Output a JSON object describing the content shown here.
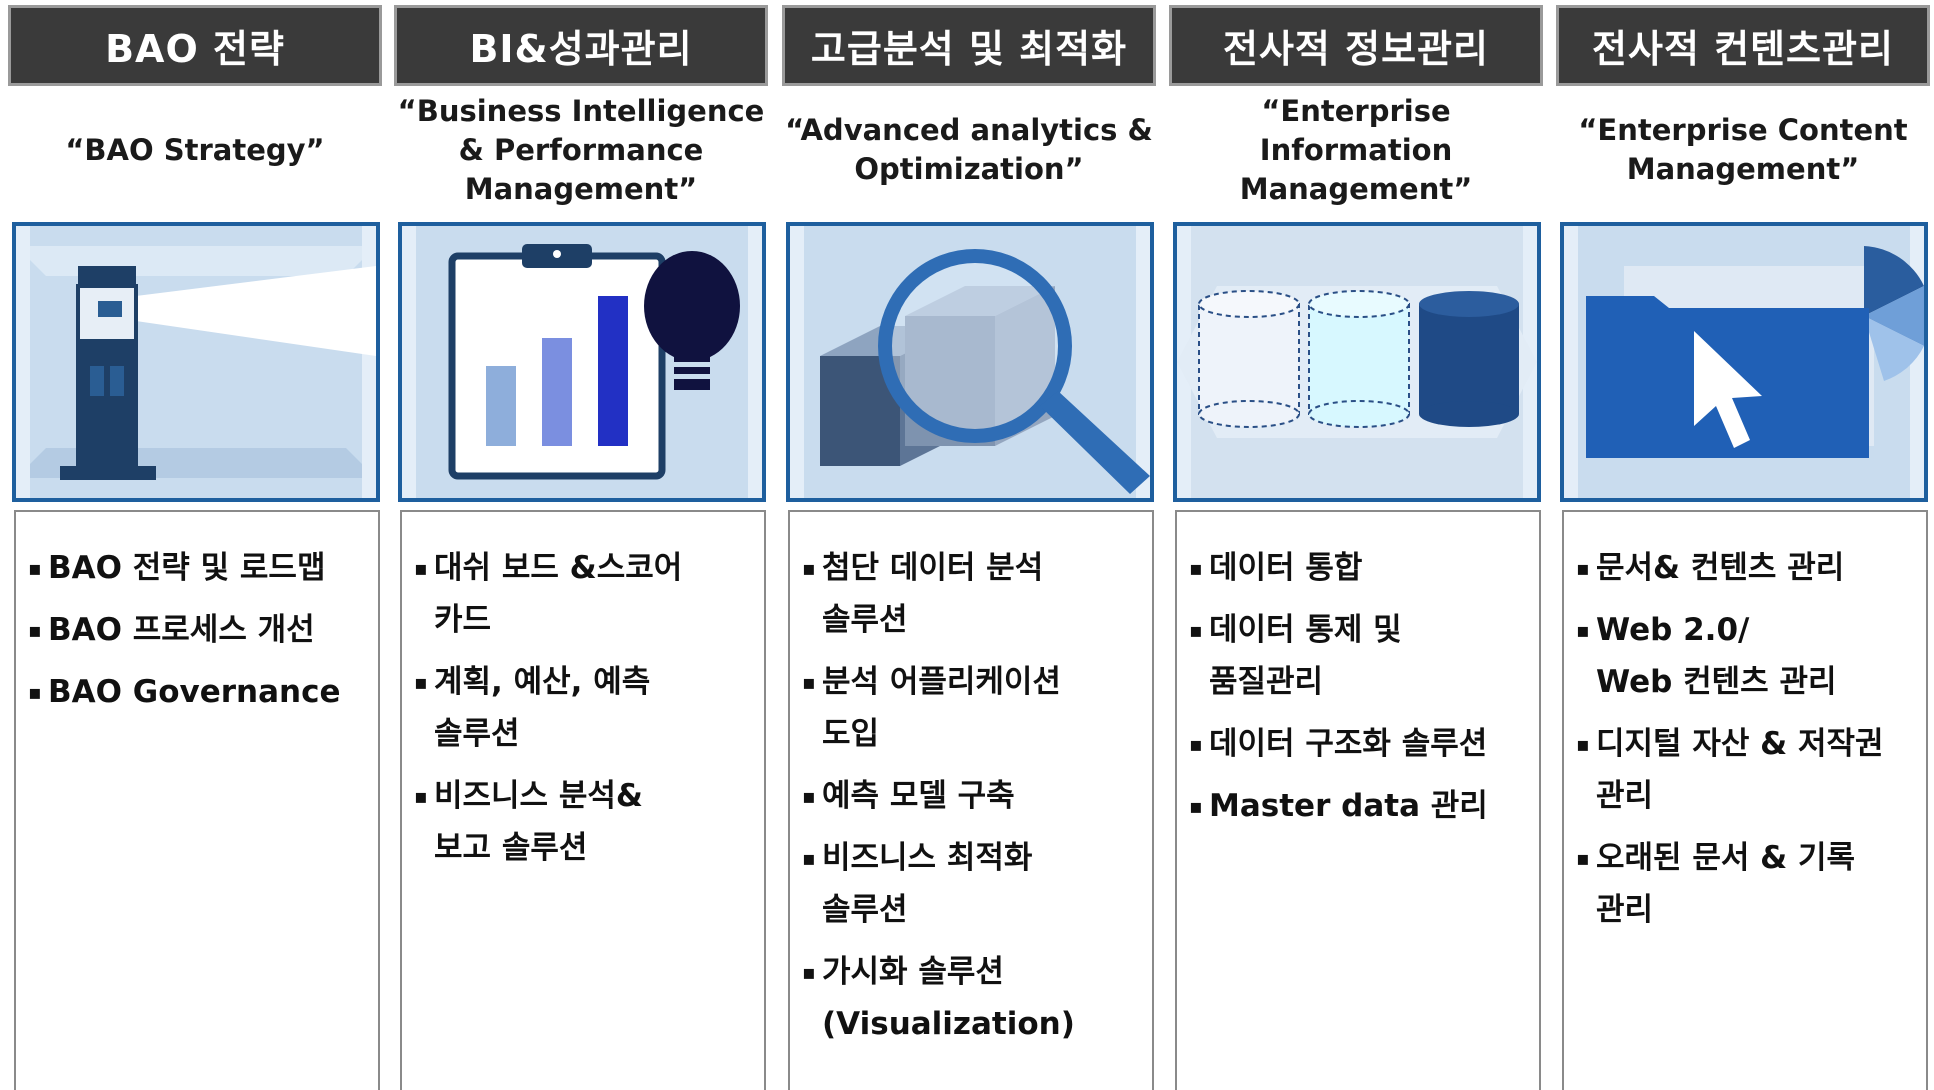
{
  "columns": [
    {
      "header": "BAO 전략",
      "subtitle": "“BAO Strategy”",
      "illustration": "lighthouse-icon",
      "items": [
        [
          "BAO 전략 및 로드맵"
        ],
        [
          "BAO 프로세스 개선"
        ],
        [
          "BAO Governance"
        ]
      ]
    },
    {
      "header": "BI&성과관리",
      "subtitle": "“Business Intelligence\n& Performance\nManagement”",
      "illustration": "clipboard-chart-icon",
      "items": [
        [
          "대쉬 보드 &스코어",
          "카드"
        ],
        [
          "계획, 예산, 예측",
          "솔루션"
        ],
        [
          "비즈니스 분석&",
          "보고 솔루션"
        ]
      ]
    },
    {
      "header": "고급분석 및 최적화",
      "subtitle": "“Advanced analytics &\nOptimization”",
      "illustration": "magnifier-cube-icon",
      "items": [
        [
          "첨단 데이터 분석",
          "솔루션"
        ],
        [
          "분석 어플리케이션",
          "도입"
        ],
        [
          "예측 모델 구축"
        ],
        [
          "비즈니스 최적화",
          "솔루션"
        ],
        [
          "가시화 솔루션",
          "(Visualization)"
        ]
      ]
    },
    {
      "header": "전사적 정보관리",
      "subtitle": "“Enterprise\nInformation\nManagement”",
      "illustration": "database-cylinders-icon",
      "items": [
        [
          "데이터 통합"
        ],
        [
          "데이터 통제 및",
          "품질관리"
        ],
        [
          "데이터 구조화 솔루션"
        ],
        [
          "Master data 관리"
        ]
      ]
    },
    {
      "header": "전사적 컨텐츠관리",
      "subtitle": "“Enterprise Content\nManagement”",
      "illustration": "folder-cursor-icon",
      "items": [
        [
          "문서& 컨텐츠 관리"
        ],
        [
          "Web 2.0/",
          "Web 컨텐츠 관리"
        ],
        [
          "디지털 자산 & 저작권",
          "관리"
        ],
        [
          "오래된 문서 & 기록",
          "관리"
        ]
      ]
    }
  ],
  "colors": {
    "header_bg": "#3a3a3a",
    "header_text": "#ffffff",
    "illustration_border": "#1e5f9e",
    "illustration_bg": "#cfe0f1",
    "list_border": "#8a8a8a"
  },
  "bullet": "▪"
}
